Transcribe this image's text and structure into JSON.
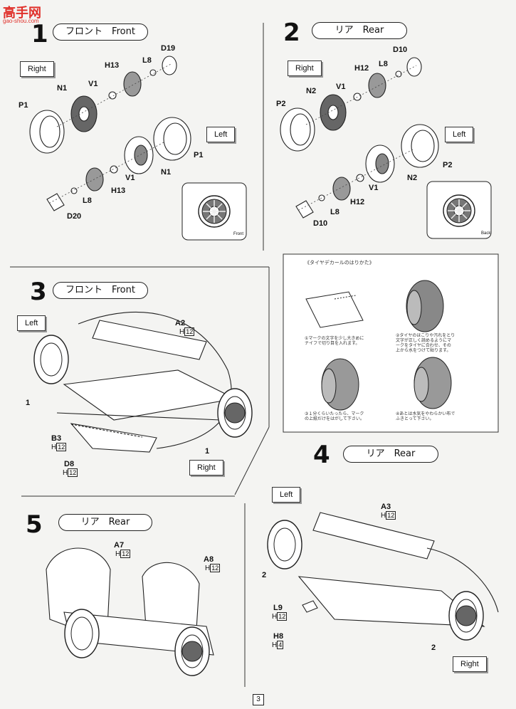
{
  "watermark": {
    "text": "高手网",
    "url": "gao-shou.com"
  },
  "page_number": "3",
  "steps": {
    "s1": {
      "number": "1",
      "title": "フロント　Front",
      "labels": {
        "right": "Right",
        "left": "Left"
      },
      "parts": {
        "d19": "D19",
        "l8a": "L8",
        "h13a": "H13",
        "v1a": "V1",
        "n1a": "N1",
        "p1a": "P1",
        "p1b": "P1",
        "n1b": "N1",
        "v1b": "V1",
        "h13b": "H13",
        "l8b": "L8",
        "d20": "D20"
      },
      "inset_caption": "Front"
    },
    "s2": {
      "number": "2",
      "title": "リア　Rear",
      "labels": {
        "right": "Right",
        "left": "Left"
      },
      "parts": {
        "d10a": "D10",
        "l8a": "L8",
        "h12a": "H12",
        "v1a": "V1",
        "n2a": "N2",
        "p2a": "P2",
        "p2b": "P2",
        "n2b": "N2",
        "v1b": "V1",
        "h12b": "H12",
        "l8b": "L8",
        "d10b": "D10"
      },
      "inset_caption": "Back"
    },
    "s3": {
      "number": "3",
      "title": "フロント　Front",
      "labels": {
        "left": "Left",
        "right": "Right"
      },
      "parts": {
        "a2": "A2",
        "h12": "12",
        "h_prefix": "H",
        "b3": "B3",
        "b3h": "12",
        "d8": "D8",
        "d8h": "12",
        "wheel_l": "1",
        "wheel_r": "1"
      }
    },
    "s4": {
      "number": "4",
      "title": "リア　Rear",
      "labels": {
        "left": "Left",
        "right": "Right"
      },
      "parts": {
        "a3": "A3",
        "a3h": "12",
        "l9": "L9",
        "l9h": "12",
        "h8": "H8",
        "h8h": "4",
        "wheel_l": "2",
        "wheel_r": "2"
      }
    },
    "s5": {
      "number": "5",
      "title": "リア　Rear",
      "parts": {
        "a7": "A7",
        "a7h": "12",
        "a8": "A8",
        "a8h": "12"
      }
    }
  },
  "decal_box": {
    "title": "《タイヤデカールのはりかた》",
    "steps": [
      "①マークの文字を少し大きめに\nナイフで切り目を入れます。",
      "②タイヤのほこりや汚れをとり\n文字が正しく読めるようにマ\nークをタイヤに合わせ、その\n上から水をつけて貼ります。",
      "③１分くらいたったら、マーク\nの上紙だけをはがして下さい。",
      "④あとは水気をやわらかい布で\nふきとって下さい。"
    ]
  }
}
